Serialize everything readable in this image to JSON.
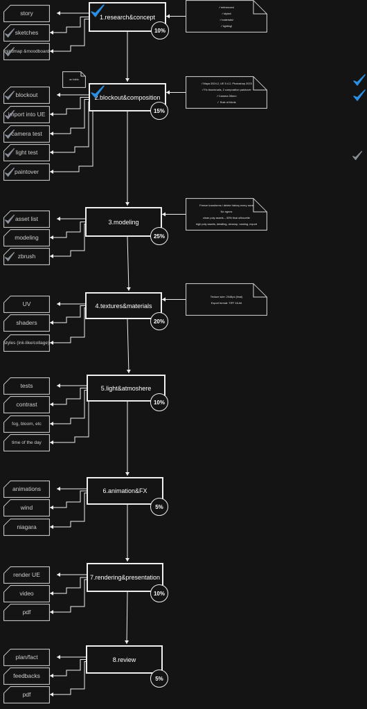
{
  "stages": [
    {
      "id": 1,
      "label": "1.research&concept",
      "percent": "10%",
      "checked": true
    },
    {
      "id": 2,
      "label": "2.blockout&composition",
      "percent": "15%",
      "checked": true
    },
    {
      "id": 3,
      "label": "3.modeling",
      "percent": "25%",
      "checked": false
    },
    {
      "id": 4,
      "label": "4.textures&materials",
      "percent": "20%",
      "checked": false
    },
    {
      "id": 5,
      "label": "5.light&atmoshere",
      "percent": "10%",
      "checked": false
    },
    {
      "id": 6,
      "label": "6.animation&FX",
      "percent": "5%",
      "checked": false
    },
    {
      "id": 7,
      "label": "7.rendering&presentation",
      "percent": "10%",
      "checked": false
    },
    {
      "id": 8,
      "label": "8.review",
      "percent": "5%",
      "checked": false
    }
  ],
  "tasks": [
    [
      {
        "label": "story",
        "done": false
      },
      {
        "label": "sketches",
        "done": true
      },
      {
        "label": "mindmap &moodboard",
        "done": true
      }
    ],
    [
      {
        "label": "blockout",
        "done": true
      },
      {
        "label": "import into UE",
        "done": true
      },
      {
        "label": "camera test",
        "done": true
      },
      {
        "label": "light test",
        "done": true
      },
      {
        "label": "paintover",
        "done": true
      }
    ],
    [
      {
        "label": "asset list",
        "done": true
      },
      {
        "label": "modeling",
        "done": false
      },
      {
        "label": "zbrush",
        "done": true
      }
    ],
    [
      {
        "label": "UV",
        "done": false
      },
      {
        "label": "shaders",
        "done": false
      },
      {
        "label": "styles (ink-like/collage)",
        "done": false
      }
    ],
    [
      {
        "label": "tests",
        "done": false
      },
      {
        "label": "contrast",
        "done": false
      },
      {
        "label": "fog, bloom, etc",
        "done": false
      },
      {
        "label": "time of the day",
        "done": false
      }
    ],
    [
      {
        "label": "animations",
        "done": false
      },
      {
        "label": "wind",
        "done": false
      },
      {
        "label": "niagara",
        "done": false
      }
    ],
    [
      {
        "label": "render UE",
        "done": false
      },
      {
        "label": "video",
        "done": false
      },
      {
        "label": "pdf",
        "done": false
      }
    ],
    [
      {
        "label": "plan/fact",
        "done": false
      },
      {
        "label": "feedbacks",
        "done": false
      },
      {
        "label": "pdf",
        "done": false
      }
    ]
  ],
  "notes": [
    {
      "stage": 1,
      "lines": [
        "✓references!",
        "✓styles!",
        "✓materials!",
        "✓lighting!"
      ]
    },
    {
      "stage": 2,
      "lines": [
        "✓Maya 2024.2, UE 5.4.2, Photoshop 2023",
        "✓Fix thumbnails, 2 composition paintover",
        "✓Camera 35mm",
        "✓ Rule of thirds"
      ]
    },
    {
      "stage": 3,
      "lines": [
        "Freeze transforms / delete history every save",
        "No ngons",
        "clean poly assets – 50% final silhouette",
        "high poly assets, detailing, cleanup, naming, export"
      ]
    },
    {
      "stage": 4,
      "lines": [
        "Texture size: 2048px (final)",
        "Export format: TIFF 16-bit"
      ]
    }
  ],
  "tiny_note": "as builds",
  "legend_checks": [
    {
      "done": true,
      "color": "#2b8fe3"
    },
    {
      "done": true,
      "color": "#2b8fe3"
    },
    {
      "done": true,
      "color": "#8a8f9a"
    }
  ],
  "colors": {
    "background": "#141414",
    "stroke": "#f0f0f0",
    "check_active": "#2b8fe3",
    "check_done": "#8a8f9a"
  }
}
